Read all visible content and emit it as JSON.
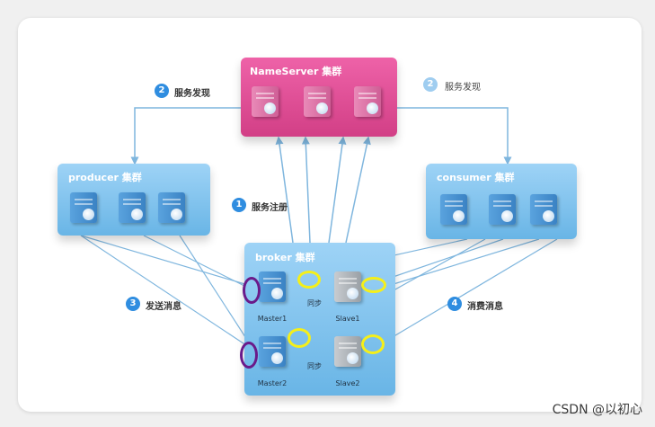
{
  "clusters": {
    "nameserver": {
      "title": "NameServer 集群"
    },
    "producer": {
      "title": "producer 集群"
    },
    "consumer": {
      "title": "consumer 集群"
    },
    "broker": {
      "title": "broker 集群"
    }
  },
  "nodes": {
    "master1": "Master1",
    "slave1": "Slave1",
    "master2": "Master2",
    "slave2": "Slave2"
  },
  "sync_label": "同步",
  "steps": [
    {
      "number": "1",
      "label": "服务注册"
    },
    {
      "number": "2",
      "label": "服务发现"
    },
    {
      "number": "2",
      "label": "服务发现"
    },
    {
      "number": "3",
      "label": "发送消息"
    },
    {
      "number": "4",
      "label": "消费消息"
    }
  ],
  "colors": {
    "cluster_blue": "#69b5e6",
    "cluster_pink": "#d23f86",
    "badge_blue": "#2f8de0",
    "highlight_yellow": "#f5ef1a",
    "highlight_purple": "#6a1a8a"
  },
  "watermark": "CSDN @以初心"
}
